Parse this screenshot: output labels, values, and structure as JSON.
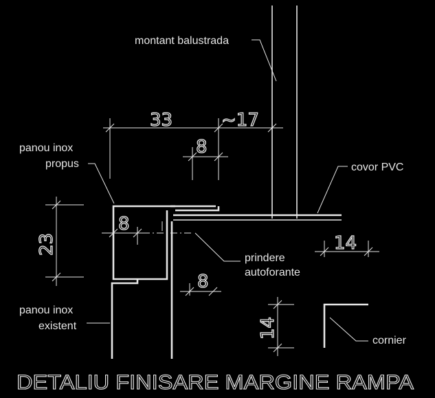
{
  "labels": {
    "montant": "montant balustrada",
    "panou_propus_1": "panou inox",
    "panou_propus_2": "propus",
    "covor": "covor PVC",
    "prindere_1": "prindere",
    "prindere_2": "autoforante",
    "panou_existent_1": "panou inox",
    "panou_existent_2": "existent",
    "cornier": "cornier"
  },
  "dimensions": {
    "d33": "33",
    "d17": "~17",
    "d8_top": "8",
    "d23": "23",
    "d8_mid": "8",
    "d8_bottom": "8",
    "d14_right": "14",
    "d14_bottom": "14"
  },
  "title": "DETALIU FINISARE MARGINE RAMPA",
  "colors": {
    "background": "#000000",
    "lines": "#e6e6e6"
  }
}
